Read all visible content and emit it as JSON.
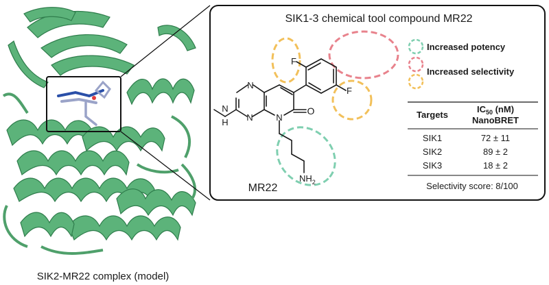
{
  "figure": {
    "panel_title": "SIK1-3 chemical tool compound MR22",
    "protein_caption": "SIK2-MR22 complex (model)",
    "compound_name": "MR22",
    "atoms": {
      "F_top": "F",
      "F_right": "F",
      "O": "O",
      "N_ring": "N",
      "N_pyr_top": "N",
      "N_pyr_bottom": "N",
      "N_amine": "N",
      "H_amine": "H",
      "NH2": "NH",
      "NH2_sub": "2"
    },
    "legend": [
      {
        "label": "Increased potency",
        "color": "#7fcfb0"
      },
      {
        "label": "Increased selectivity",
        "color": "#e8828c"
      },
      {
        "label": "",
        "color": "#f2c05a"
      }
    ],
    "table": {
      "header_targets": "Targets",
      "header_ic50_main": "IC",
      "header_ic50_sub": "50",
      "header_ic50_unit": " (nM)",
      "header_ic50_line2": "NanoBRET",
      "rows": [
        {
          "target": "SIK1",
          "value": "72 ± 11"
        },
        {
          "target": "SIK2",
          "value": "89 ± 2"
        },
        {
          "target": "SIK3",
          "value": "18 ± 2"
        }
      ],
      "footer": "Selectivity score: 8/100"
    },
    "colors": {
      "protein": "#5cb37a",
      "protein_dark": "#2f7d4c",
      "potency": "#7fcfb0",
      "selectivity": "#e8828c",
      "third": "#f2c05a"
    }
  }
}
